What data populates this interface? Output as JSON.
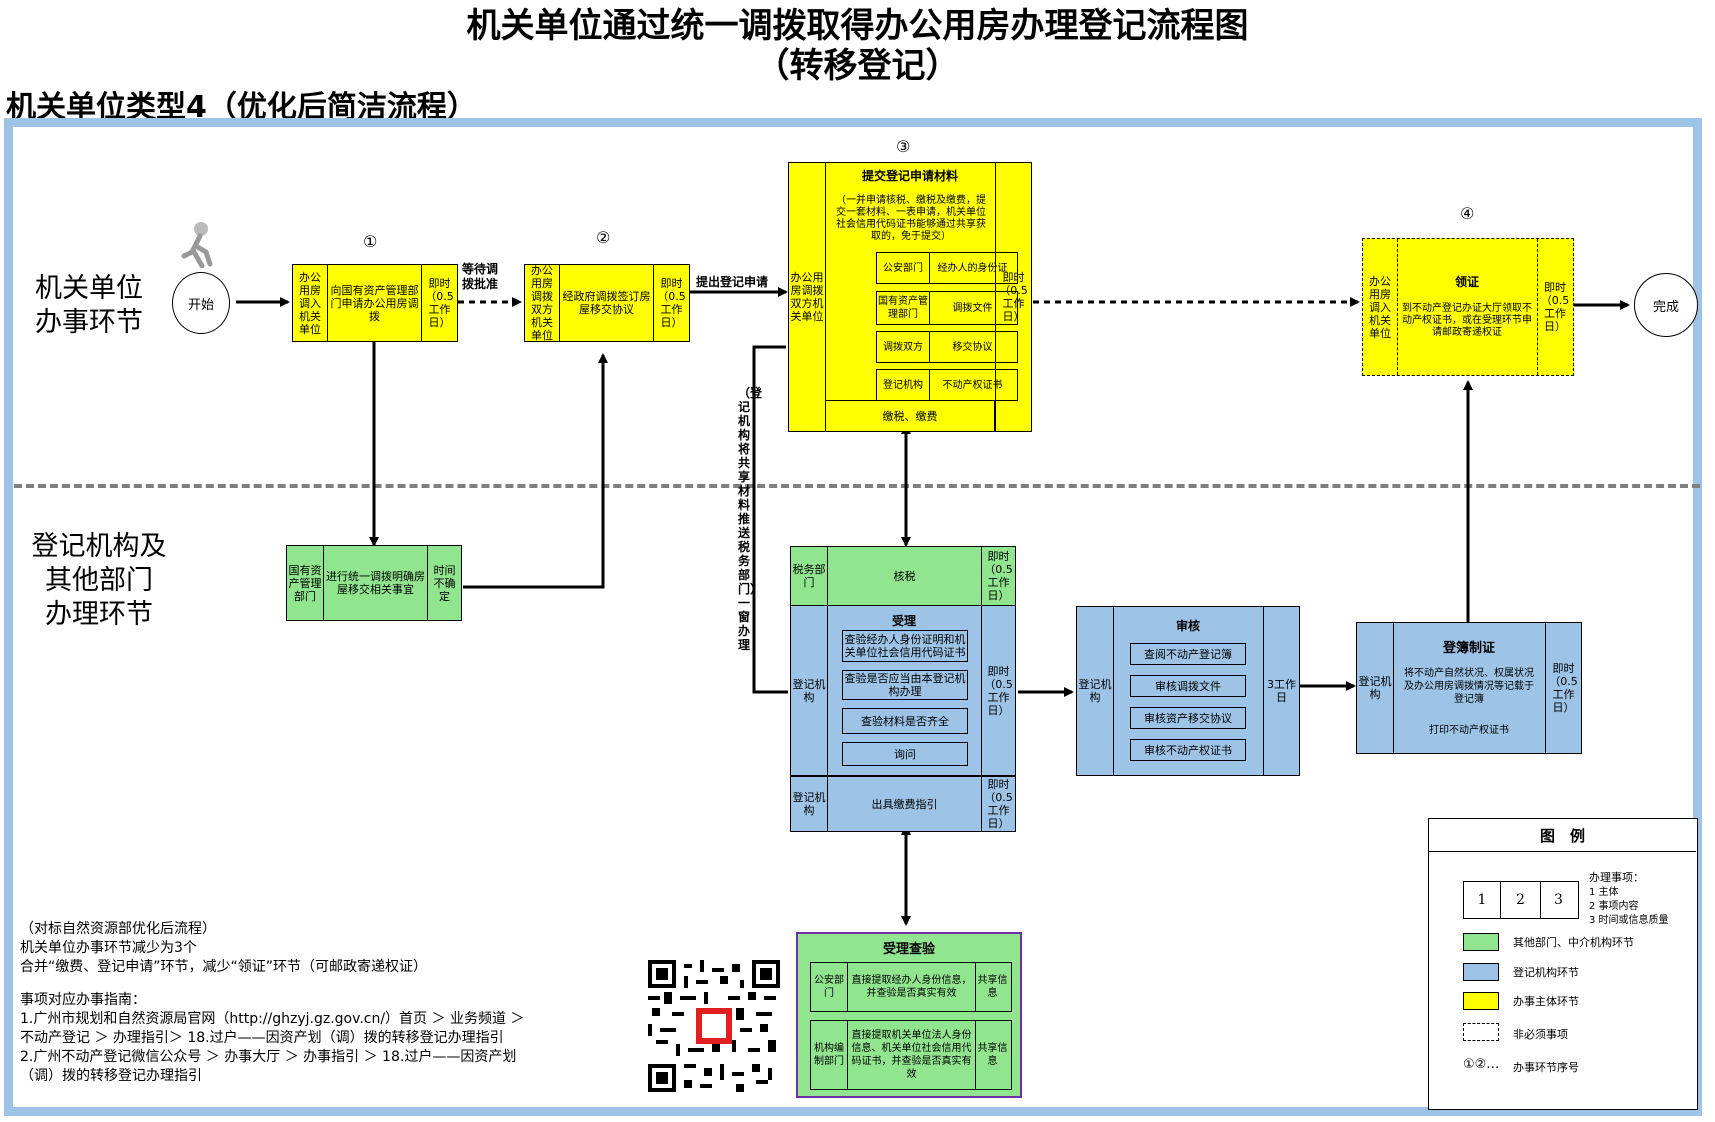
{
  "title_line1": "机关单位通过统一调拨取得办公用房办理登记流程图",
  "title_line2": "（转移登记）",
  "subtitle": "机关单位类型4（优化后简洁流程）",
  "lanes": {
    "top": "机关单位\n办事环节",
    "bottom": "登记机构及\n其他部门\n办理环节"
  },
  "start": "开始",
  "end": "完成",
  "step_numbers": [
    "①",
    "②",
    "③",
    "④"
  ],
  "step1": {
    "subject": "办公用房调入机关单位",
    "content": "向国有资产管理部门申请办公用房调拨",
    "time": "即时（0.5工作日）"
  },
  "step2": {
    "subject": "办公用房调拨双方机关单位",
    "content": "经政府调拨签订房屋移交协议",
    "time": "即时（0.5工作日）"
  },
  "step3": {
    "subject": "办公用房调拨双方机关单位",
    "title": "提交登记申请材料",
    "desc": "（一并申请核税、缴税及缴费，提交一套材料、一表申请，机关单位社会信用代码证书能够通过共享获取的，免于提交）",
    "items": [
      {
        "left": "公安部门",
        "right": "经办人的身份证"
      },
      {
        "left": "国有资产管理部门",
        "right": "调拨文件"
      },
      {
        "left": "调拨双方",
        "right": "移交协议"
      },
      {
        "left": "登记机构",
        "right": "不动产权证书"
      }
    ],
    "bottom": "缴税、缴费",
    "time": "即时（0.5工作日）"
  },
  "step4": {
    "subject": "办公用房调入机关单位",
    "title": "领证",
    "content": "到不动产登记办证大厅领取不动产权证书，或在受理环节申请邮政寄递权证",
    "time": "即时（0.5工作日）"
  },
  "green_box": {
    "subject": "国有资产管理部门",
    "content": "进行统一调拨明确房屋移交相关事宜",
    "time": "时间不确定"
  },
  "tax_box": {
    "subject": "税务部门",
    "content": "核税",
    "time": "即时（0.5工作日）"
  },
  "accept_box": {
    "subject": "登记机构",
    "title": "受理",
    "items": [
      "查验经办人身份证明和机关单位社会信用代码证书",
      "查验是否应当由本登记机构办理",
      "查验材料是否齐全",
      "询问"
    ],
    "time": "即时（0.5工作日）"
  },
  "fee_box": {
    "subject": "登记机构",
    "content": "出具缴费指引",
    "time": "即时（0.5工作日）"
  },
  "review_box": {
    "subject": "登记机构",
    "title": "审核",
    "items": [
      "查阅不动产登记簿",
      "审核调拨文件",
      "审核资产移交协议",
      "审核不动产权证书"
    ],
    "time": "3工作日"
  },
  "register_box": {
    "subject": "登记机构",
    "title": "登簿制证",
    "content": "将不动产自然状况、权属状况及办公用房调拨情况等记载于登记簿",
    "content2": "打印不动产权证书",
    "time": "即时（0.5工作日）"
  },
  "verify_box": {
    "title": "受理查验",
    "rows": [
      {
        "left": "公安部门",
        "mid": "直接提取经办人身份信息，并查验是否真实有效",
        "right": "共享信息"
      },
      {
        "left": "机构编制部门",
        "mid": "直接提取机关单位法人身份信息、机关单位社会信用代码证书，并查验是否真实有效",
        "right": "共享信息"
      }
    ]
  },
  "arrow_labels": {
    "wait": "等待调拨批准",
    "submit": "提出登记申请",
    "push": "（登记机构将共享材料推送税务部门）一窗办理"
  },
  "notes": [
    "（对标自然资源部优化后流程）",
    "机关单位办事环节减少为3个",
    "合并“缴费、登记申请”环节，减少“领证”环节（可邮政寄递权证）",
    "",
    "事项对应办事指南：",
    "1.广州市规划和自然资源局官网（http://ghzyj.gz.gov.cn/）首页 ＞ 业务频道 ＞",
    "不动产登记 ＞ 办理指引＞ 18.过户——因资产划（调）拨的转移登记办理指引",
    "2.广州不动产登记微信公众号 ＞ 办事大厅 ＞ 办事指引 ＞ 18.过户——因资产划",
    "（调）拨的转移登记办理指引"
  ],
  "legend": {
    "title": "图　例",
    "cells": [
      "1",
      "2",
      "3"
    ],
    "items_title": "办理事项：",
    "items": [
      "1 主体",
      "2 事项内容",
      "3 时间或信息质量"
    ],
    "green": "其他部门、中介机构环节",
    "blue": "登记机构环节",
    "yellow": "办事主体环节",
    "dashed": "非必须事项",
    "seq": "办事环节序号",
    "seq_symbol": "①②…"
  },
  "colors": {
    "yellow": "#ffff00",
    "green": "#92e58f",
    "blue": "#9dc3e6",
    "frame": "#9dc3e6",
    "purple": "#7030a0"
  }
}
